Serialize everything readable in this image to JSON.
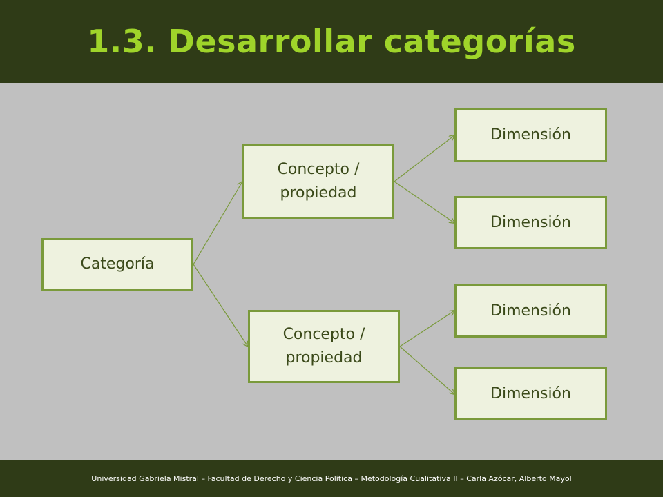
{
  "slide": {
    "title": "1.3. Desarrollar categorías",
    "footer": "Universidad Gabriela Mistral – Facultad de Derecho y Ciencia Política – Metodología Cualitativa II – Carla Azócar, Alberto Mayol"
  },
  "diagram": {
    "root": "Categoría",
    "concepts": [
      {
        "label": "Concepto  /\npropiedad",
        "dimensions": [
          "Dimensión",
          "Dimensión"
        ]
      },
      {
        "label": "Concepto  /\npropiedad",
        "dimensions": [
          "Dimensión",
          "Dimensión"
        ]
      }
    ]
  },
  "colors": {
    "header_bg": "#2f3b17",
    "title": "#9fd42a",
    "canvas_bg": "#c0c0c0",
    "box_fill": "#eef2df",
    "box_border": "#7a9a3b",
    "box_text": "#3b4a1a",
    "connector": "#7a9a3b"
  }
}
